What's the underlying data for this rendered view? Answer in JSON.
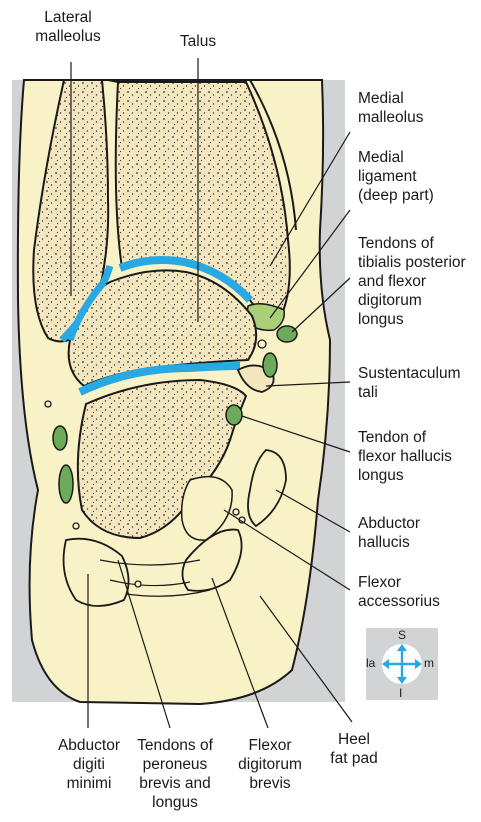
{
  "labels": {
    "lateral_malleolus": [
      "Lateral",
      "malleolus"
    ],
    "talus": [
      "Talus"
    ],
    "medial_malleolus": [
      "Medial",
      "malleolus"
    ],
    "medial_ligament": [
      "Medial",
      "ligament",
      "(deep part)"
    ],
    "tibialis_tendons": [
      "Tendons of",
      "tibialis posterior",
      "and flexor",
      "digitorum",
      "longus"
    ],
    "sustentaculum": [
      "Sustentaculum",
      "tali"
    ],
    "fhl_tendon": [
      "Tendon of",
      "flexor hallucis",
      "longus"
    ],
    "abductor_hallucis": [
      "Abductor",
      "hallucis"
    ],
    "flexor_accessorius": [
      "Flexor",
      "accessorius"
    ],
    "abductor_digiti": [
      "Abductor",
      "digiti",
      "minimi"
    ],
    "peroneus_tendons": [
      "Tendons of",
      "peroneus",
      "brevis and",
      "longus"
    ],
    "fdb": [
      "Flexor",
      "digitorum",
      "brevis"
    ],
    "heel_pad": [
      "Heel",
      "fat pad"
    ]
  },
  "orientation": {
    "superior": "S",
    "inferior": "I",
    "lateral": "la",
    "medial": "m"
  },
  "colors": {
    "panel": "#d2d3d5",
    "soft_tissue": "#f9f2c7",
    "bone": "#f4e6bf",
    "cartilage": "#29a9e1",
    "tendon": "#6bab5a",
    "ligament": "#a9cf77",
    "outline": "#1a1a1a",
    "compass_arrow": "#29a9e1"
  }
}
